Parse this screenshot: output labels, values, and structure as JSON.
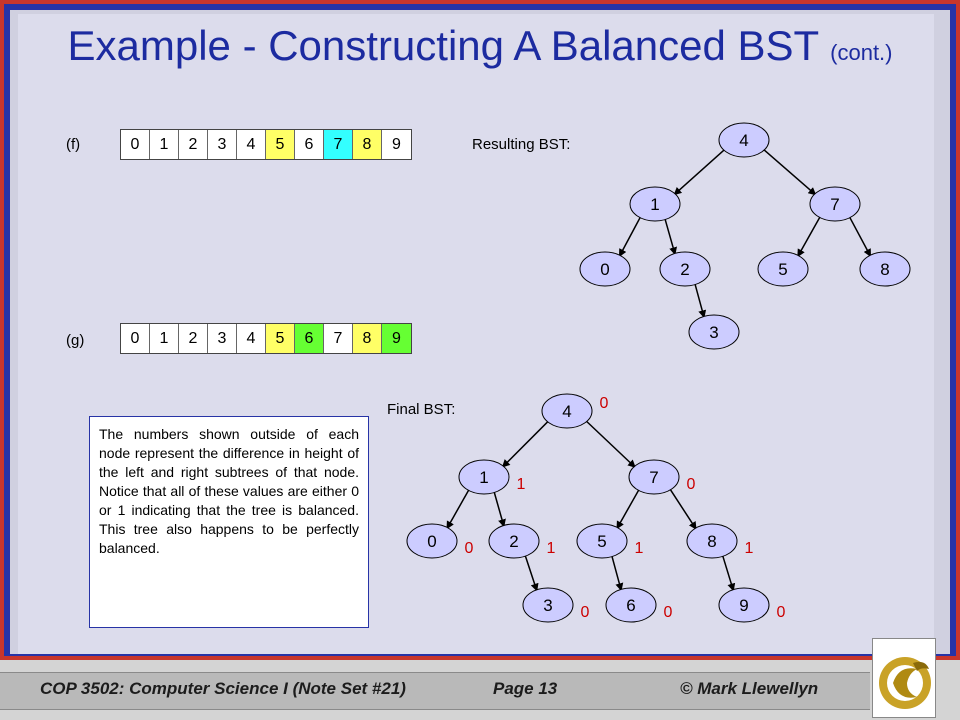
{
  "title": {
    "main": "Example - Constructing A Balanced BST",
    "suffix": "(cont.)"
  },
  "arrays": {
    "f": {
      "label": "(f)",
      "cells": [
        "0",
        "1",
        "2",
        "3",
        "4",
        "5",
        "6",
        "7",
        "8",
        "9"
      ],
      "fills": [
        "#ffffff",
        "#ffffff",
        "#ffffff",
        "#ffffff",
        "#ffffff",
        "#ffff66",
        "#ffffff",
        "#33ffff",
        "#ffff66",
        "#ffffff"
      ]
    },
    "g": {
      "label": "(g)",
      "cells": [
        "0",
        "1",
        "2",
        "3",
        "4",
        "5",
        "6",
        "7",
        "8",
        "9"
      ],
      "fills": [
        "#ffffff",
        "#ffffff",
        "#ffffff",
        "#ffffff",
        "#ffffff",
        "#ffff66",
        "#66ff33",
        "#ffffff",
        "#ffff66",
        "#66ff33"
      ]
    }
  },
  "resulting_caption": "Resulting BST:",
  "final_caption": "Final BST:",
  "tree1_nodes": [
    "4",
    "1",
    "7",
    "0",
    "2",
    "5",
    "8",
    "3"
  ],
  "tree2_nodes": [
    "4",
    "1",
    "7",
    "0",
    "2",
    "5",
    "8",
    "3",
    "6",
    "9"
  ],
  "tree2_balance": [
    "0",
    "1",
    "0",
    "0",
    "1",
    "1",
    "1",
    "0",
    "0",
    "0"
  ],
  "note": "The numbers shown outside of each node represent the difference in height of the left and right subtrees of that node. Notice that all of these values are either 0 or 1 indicating that the tree is balanced. This tree also happens to be perfectly balanced.",
  "footer": {
    "course": "COP 3502: Computer Science I  (Note Set #21)",
    "page": "Page 13",
    "author": "© Mark Llewellyn"
  },
  "colors": {
    "title": "#1c2ba0",
    "node_fill": "#ccccff",
    "balance": "#cc0000",
    "yellow": "#ffff66",
    "cyan": "#33ffff",
    "green": "#66ff33"
  }
}
